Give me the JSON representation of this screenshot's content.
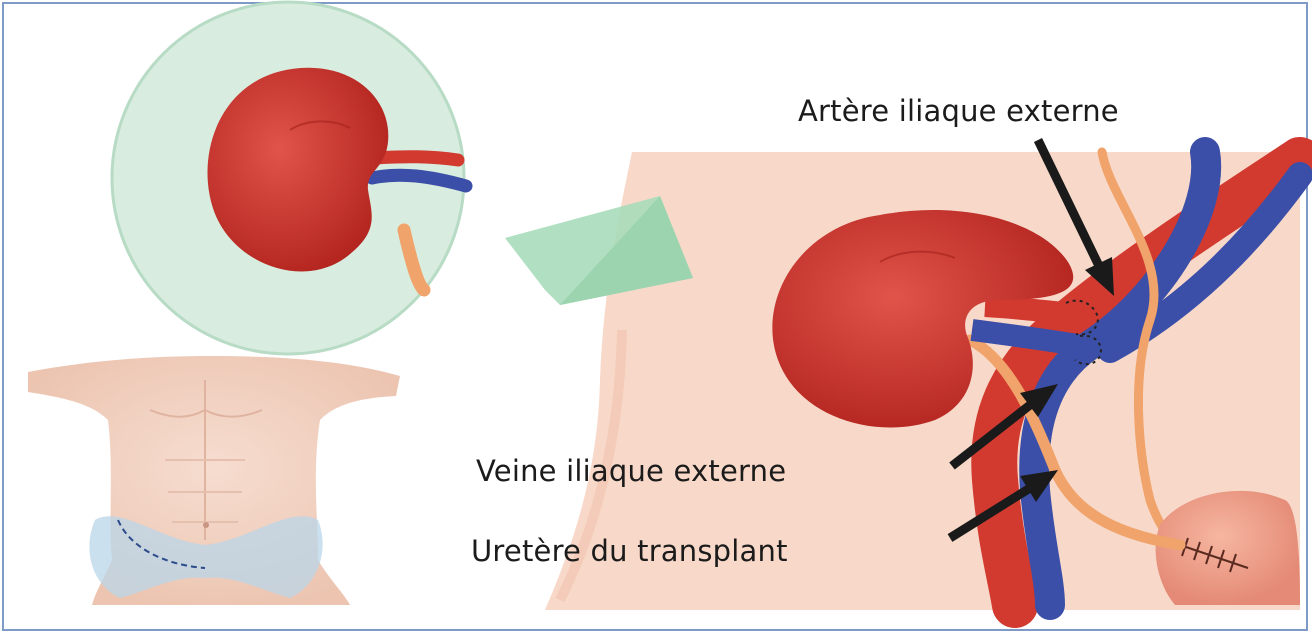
{
  "labels": {
    "artery": "Artère iliaque externe",
    "vein": "Veine iliaque externe",
    "ureter": "Uretère du transplant"
  },
  "colors": {
    "frame": "#7f9ac6",
    "kidney": "#c9302c",
    "artery": "#d23a30",
    "vein": "#3b4fa8",
    "ureter": "#f0a36a",
    "skin": "#f7d8c8",
    "zoom_circle": "#d6ebdd",
    "zoom_arrow": "#a8d9b8",
    "pointer_arrows": "#1a1a1a"
  }
}
